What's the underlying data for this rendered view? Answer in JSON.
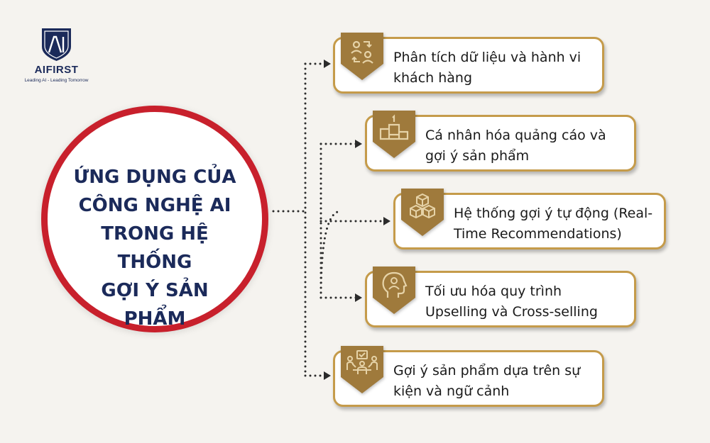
{
  "logo": {
    "brand": "AIFIRST",
    "tagline": "Leading AI - Leading Tomorrow",
    "mark_text": "AI"
  },
  "hub": {
    "title_lines": [
      "ỨNG DỤNG CỦA",
      "CÔNG NGHỆ AI",
      "TRONG HỆ THỐNG",
      "GỢI Ý SẢN PHẨM"
    ]
  },
  "items": [
    {
      "lines": [
        "Phân tích dữ liệu và hành vi",
        "khách hàng"
      ],
      "icon": "people-exchange-icon"
    },
    {
      "lines": [
        "Cá nhân hóa quảng cáo và",
        "gợi ý sản phẩm"
      ],
      "icon": "podium-icon"
    },
    {
      "lines": [
        "Hệ thống gợi ý tự động (Real-",
        "Time Recommendations)"
      ],
      "icon": "boxes-icon"
    },
    {
      "lines": [
        "Tối ưu hóa quy trình",
        "Upselling và Cross-selling"
      ],
      "icon": "head-user-icon"
    },
    {
      "lines": [
        "Gợi ý sản phẩm dựa trên sự",
        "kiện và ngữ cảnh"
      ],
      "icon": "team-check-icon"
    }
  ],
  "colors": {
    "background": "#f5f3ef",
    "hub_border": "#c8202c",
    "title": "#1b2a5a",
    "card_border": "#c59b4a",
    "badge_fill": "#9f7a3c",
    "badge_plate": "#e6d3a8",
    "connector": "#2b2b2b"
  }
}
